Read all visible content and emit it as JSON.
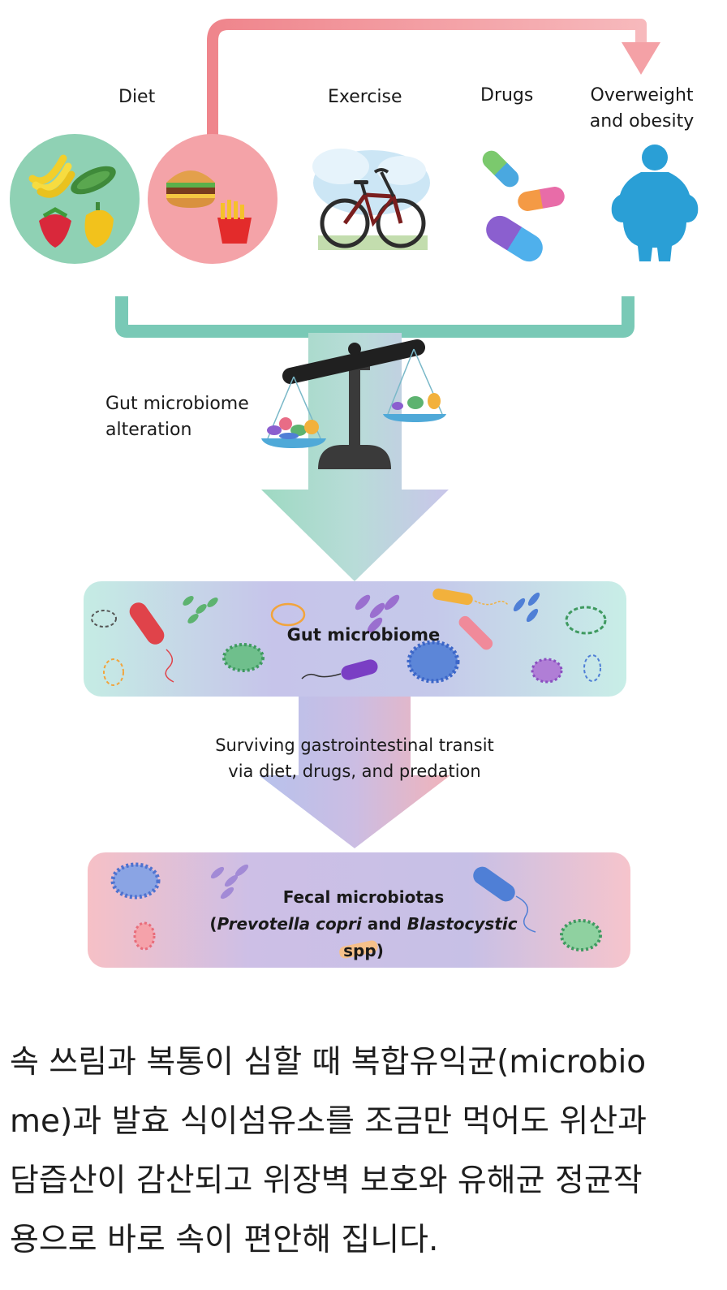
{
  "labels": {
    "diet": "Diet",
    "exercise": "Exercise",
    "drugs": "Drugs",
    "overweight_line1": "Overweight",
    "overweight_line2": "and obesity",
    "alteration_line1": "Gut microbiome",
    "alteration_line2": "alteration",
    "gut_microbiome": "Gut microbiome",
    "transit_line1": "Surviving gastrointestinal transit",
    "transit_line2": "via diet, drugs, and predation",
    "fecal_line1": "Fecal microbiotas",
    "fecal_line2_open": "(",
    "fecal_line2_species1": "Prevotella copri",
    "fecal_line2_and": " and ",
    "fecal_line2_species2": "Blastocystic",
    "fecal_line2_end": " spp)"
  },
  "caption": {
    "line1": "속 쓰림과 복통이 심할 때 복합유익균(microbio",
    "line2": "me)과 발효 식이섬유소를 조금만 먹어도 위산과",
    "line3": "담즙산이 감산되고 위장벽 보호와 유해균 정균작",
    "line4": "용으로 바로 속이 편안해 집니다."
  },
  "colors": {
    "teal": "#79c9b6",
    "pink_arrow": "#f08d93",
    "healthy_circle": "#8fd1b4",
    "junk_circle": "#f4a3a8",
    "person": "#2a9fd6",
    "scale": "#3a3a3a"
  }
}
